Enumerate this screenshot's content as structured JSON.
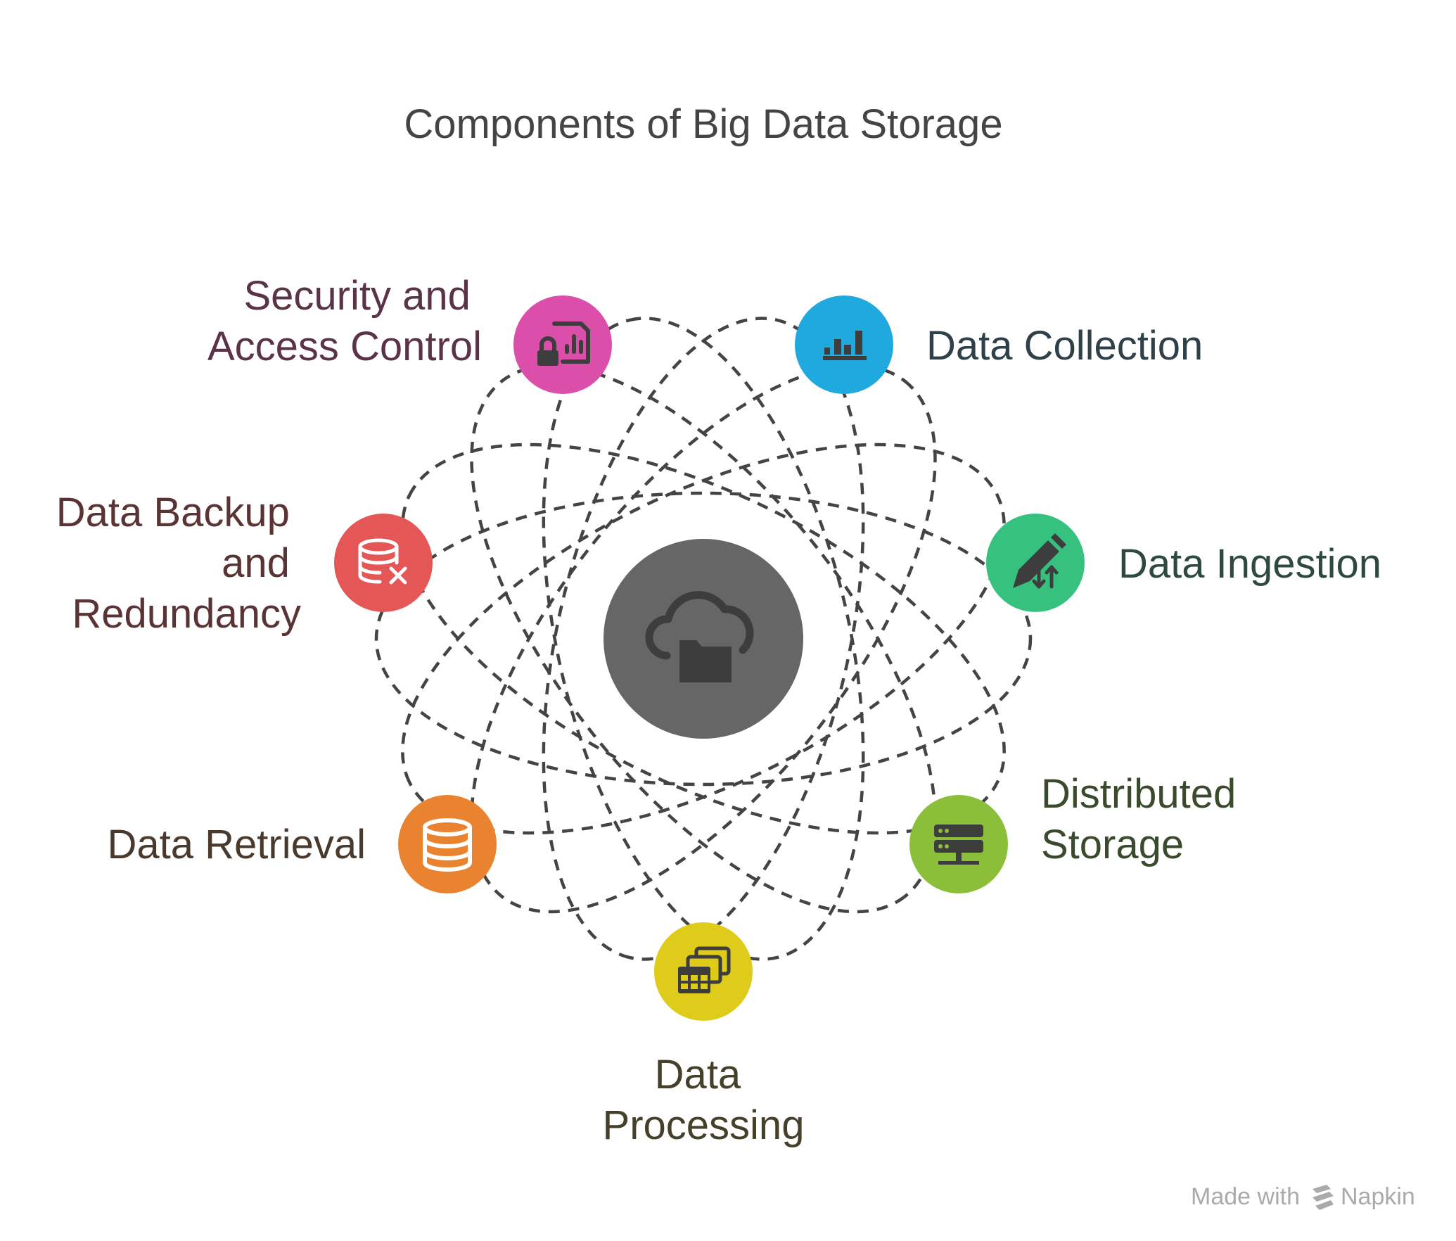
{
  "title": "Components of Big Data Storage",
  "center": {
    "icon": "cloud-folder-icon",
    "color": "#666666"
  },
  "components": [
    {
      "id": "security",
      "lines": [
        "Security and",
        "Access Control"
      ],
      "icon": "lock-document-chart-icon",
      "color": "#DB4FAA",
      "text_color": "#5A3347"
    },
    {
      "id": "collection",
      "lines": [
        "Data Collection"
      ],
      "icon": "bar-chart-icon",
      "color": "#1FA9DE",
      "text_color": "#2F4048"
    },
    {
      "id": "ingestion",
      "lines": [
        "Data Ingestion"
      ],
      "icon": "pen-transfer-icon",
      "color": "#36C27E",
      "text_color": "#2E4A3E"
    },
    {
      "id": "distributed",
      "lines": [
        "Distributed",
        "Storage"
      ],
      "icon": "server-rack-icon",
      "color": "#8BBF3A",
      "text_color": "#3A4A2C"
    },
    {
      "id": "processing",
      "lines": [
        "Data",
        "Processing"
      ],
      "icon": "stacked-tables-icon",
      "color": "#DFCB1A",
      "text_color": "#45402A"
    },
    {
      "id": "retrieval",
      "lines": [
        "Data Retrieval"
      ],
      "icon": "database-icon",
      "color": "#E9832F",
      "text_color": "#4A3A2E"
    },
    {
      "id": "backup",
      "lines": [
        "Data Backup",
        "and",
        "Redundancy"
      ],
      "icon": "database-remove-icon",
      "color": "#E55656",
      "text_color": "#5A3434"
    }
  ],
  "footer": {
    "made_with": "Made with",
    "brand": "Napkin"
  },
  "colors": {
    "title": "#444444",
    "dash": "#444444",
    "icon_fg": "#3D3D3D",
    "footer": "#AAAAAA"
  }
}
